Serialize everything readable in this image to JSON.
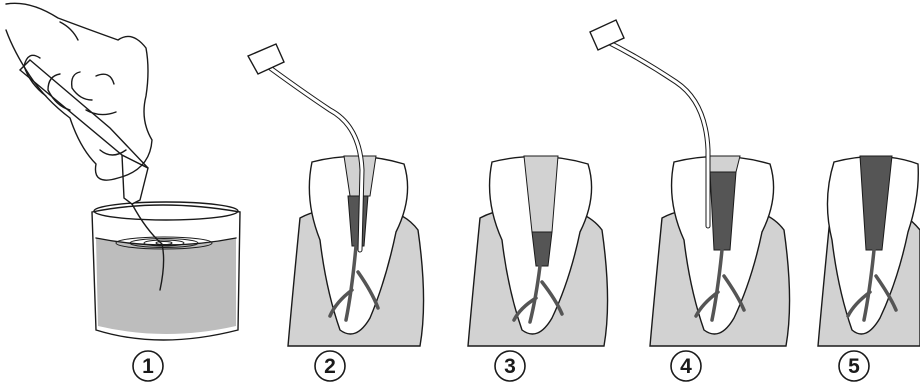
{
  "steps": [
    {
      "number": "1",
      "scene": "ultrasonic-handpiece-in-water-glass"
    },
    {
      "number": "2",
      "scene": "tip-inserted-in-root-canal"
    },
    {
      "number": "3",
      "scene": "canal-after-first-pass"
    },
    {
      "number": "4",
      "scene": "tip-inserted-again"
    },
    {
      "number": "5",
      "scene": "canal-fully-filled"
    }
  ],
  "colors": {
    "outline": "#1a1a1a",
    "gum": "#d2d2d2",
    "fill_material": "#555555",
    "water": "#bdbdbd"
  }
}
